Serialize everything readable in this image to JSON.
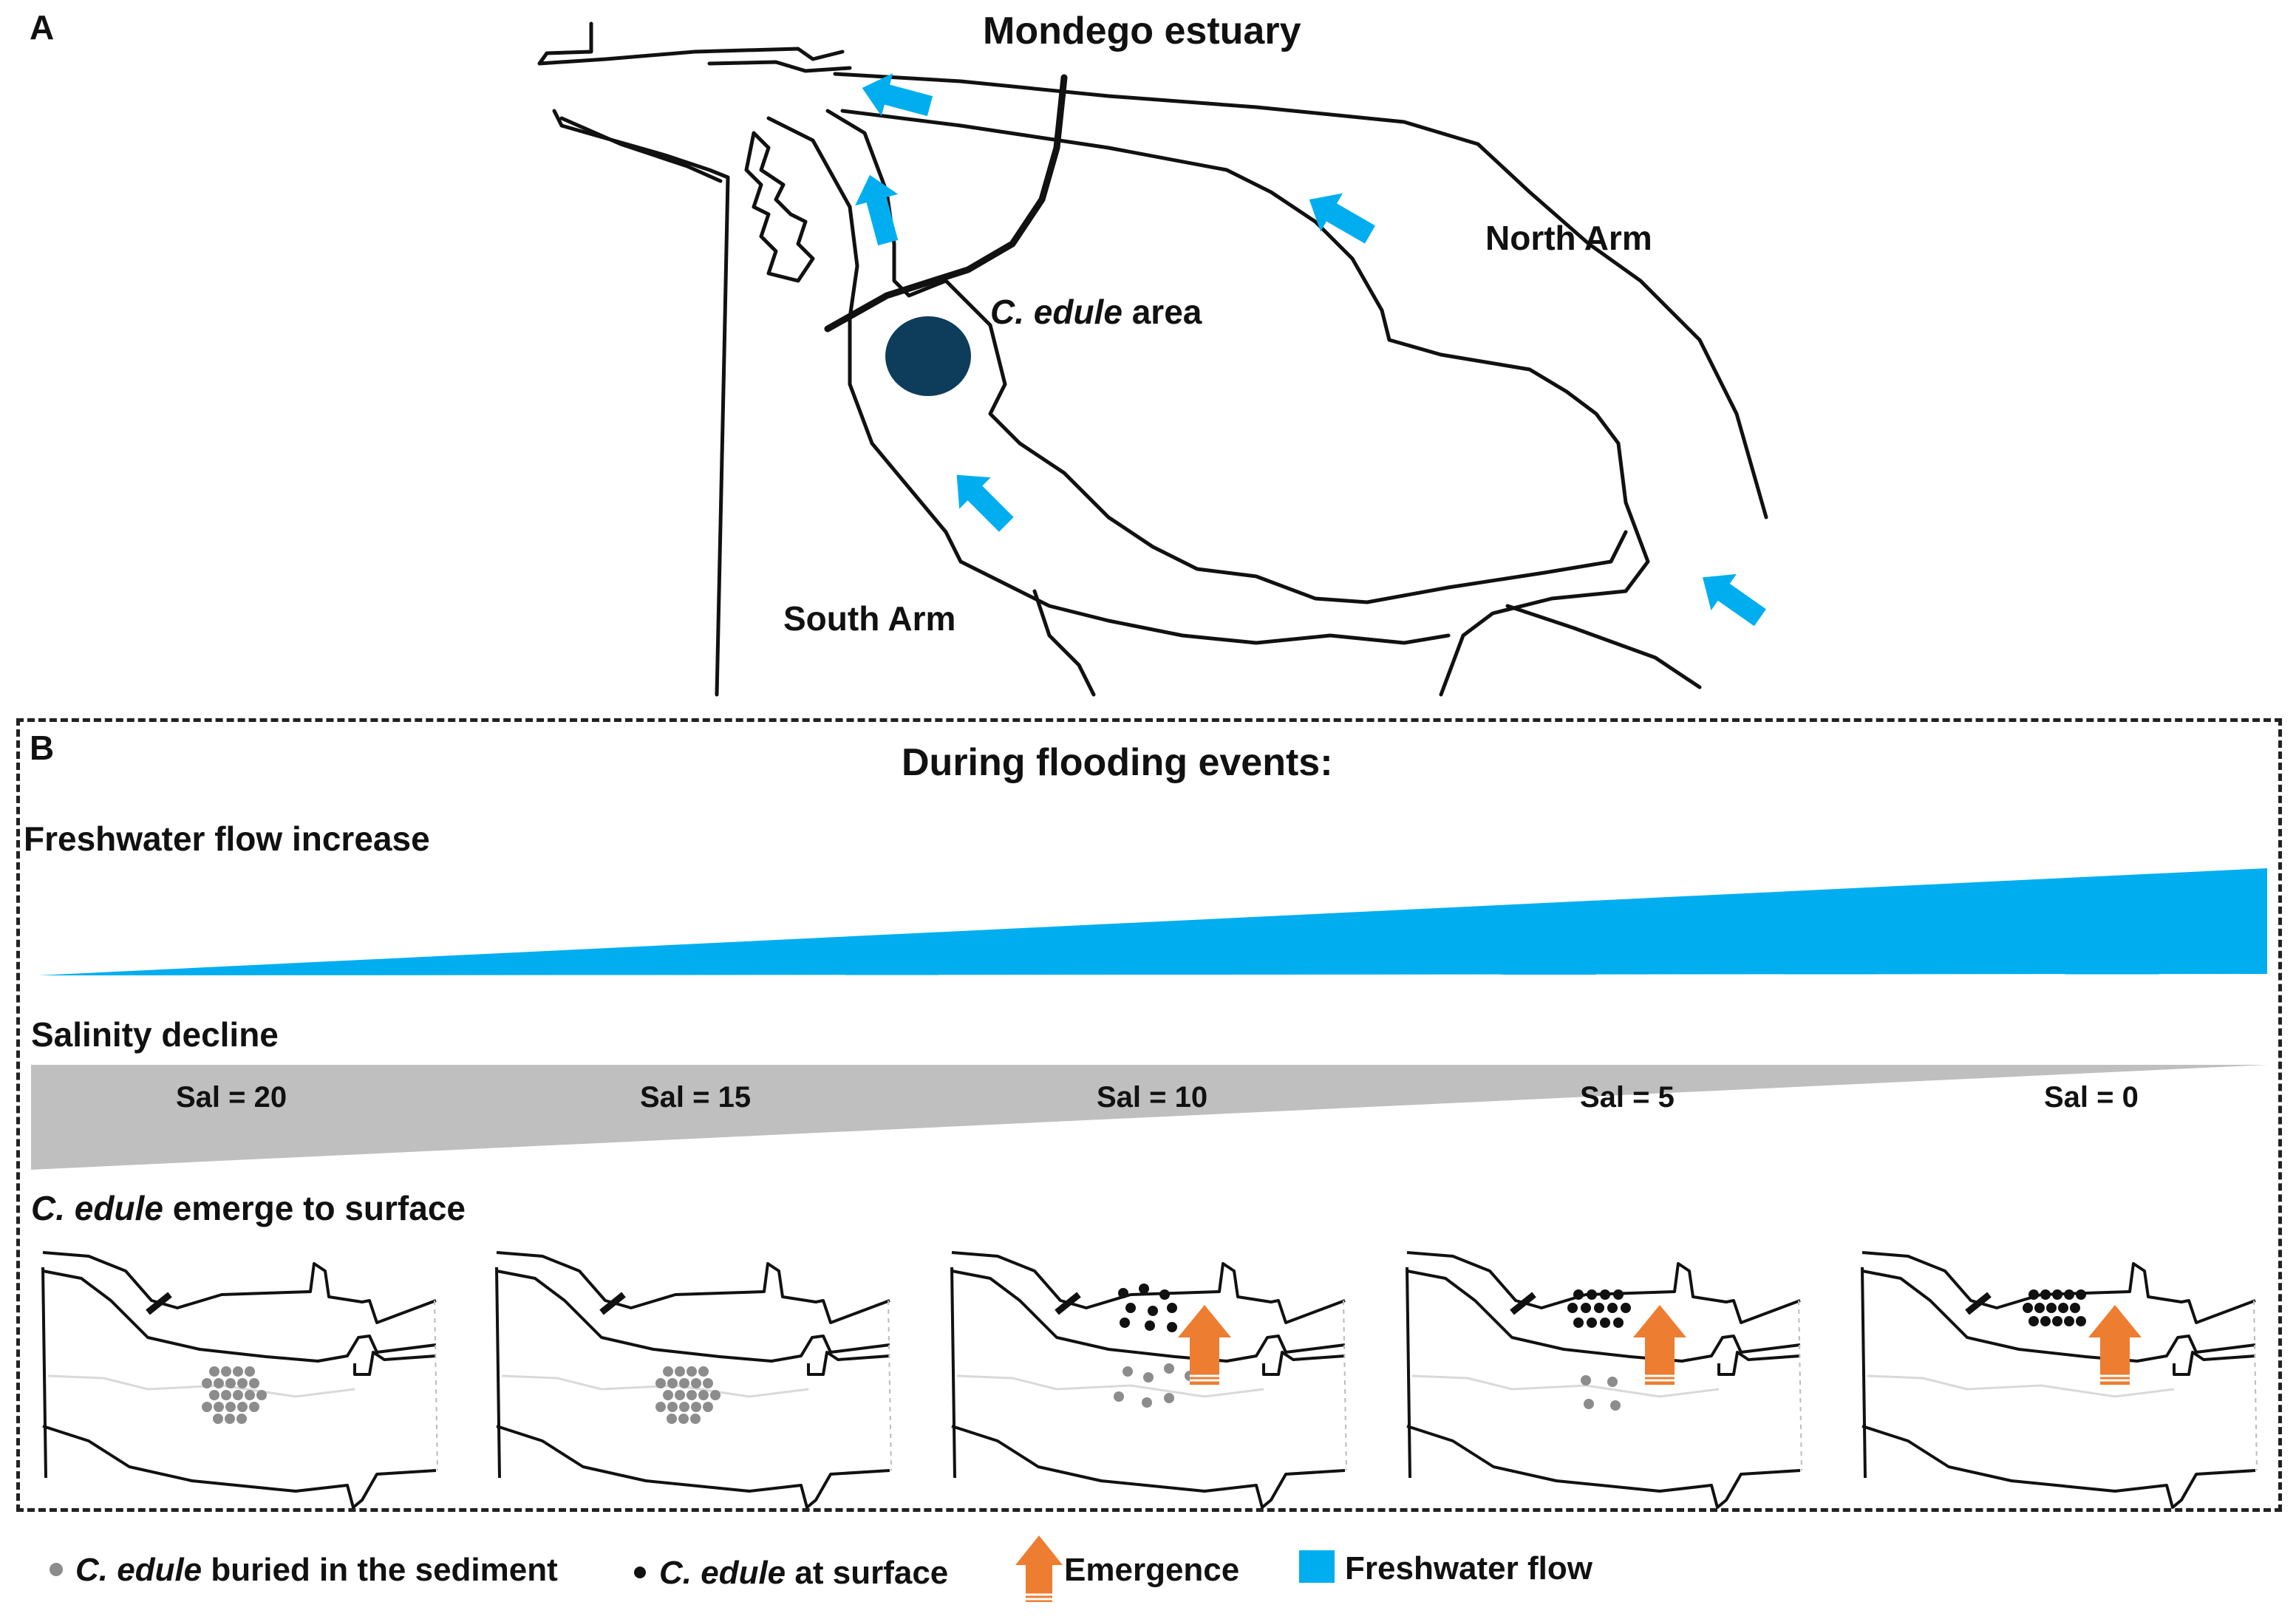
{
  "panel_a": {
    "letter": "A",
    "title": "Mondego estuary",
    "labels": {
      "north_arm": "North Arm",
      "south_arm": "South Arm",
      "species": "C. edule",
      "area_suffix": " area"
    }
  },
  "panel_b": {
    "letter": "B",
    "title": "During flooding events:",
    "flow_label": "Freshwater flow increase",
    "salinity_label": "Salinity decline",
    "salinity_steps": [
      "Sal = 20",
      "Sal = 15",
      "Sal = 10",
      "Sal = 5",
      "Sal = 0"
    ],
    "emerge_species": "C. edule",
    "emerge_suffix": " emerge to surface"
  },
  "legend": {
    "buried_species": "C. edule",
    "buried_suffix": " buried in the sediment",
    "surface_species": "C. edule",
    "surface_suffix": " at surface",
    "emergence": "Emergence",
    "flow": "Freshwater flow"
  },
  "colors": {
    "freshwater": "#00aeef",
    "emergence": "#ed7d31",
    "salinity": "#bfbfbf",
    "cockle_area": "#0e3d5c",
    "buried": "#8c8c8c",
    "surface": "#111111"
  },
  "icons": {
    "flow_arrow": "blue-arrow-icon",
    "emergence_arrow": "orange-up-arrow-icon"
  }
}
